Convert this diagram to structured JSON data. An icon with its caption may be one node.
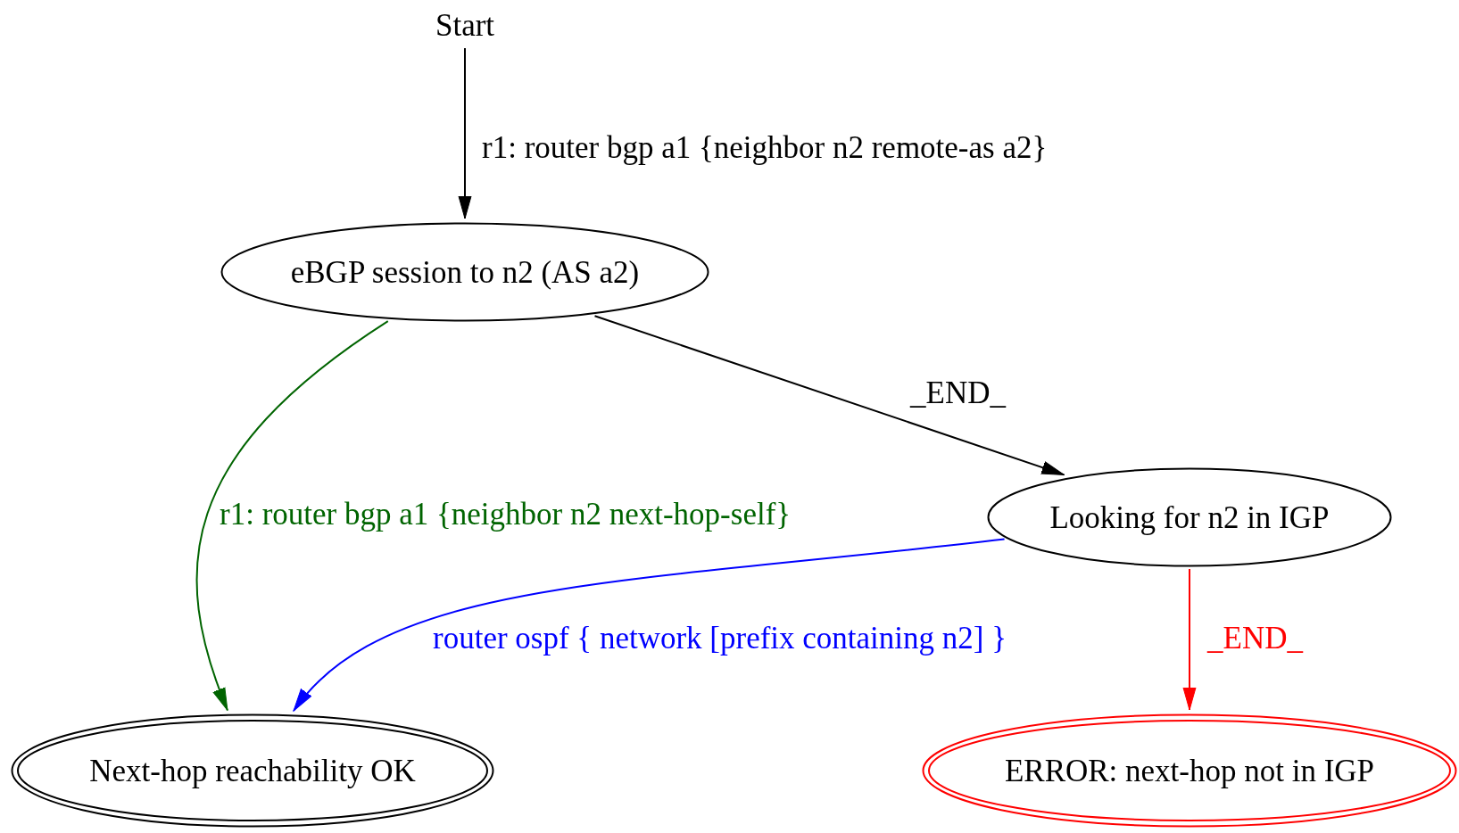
{
  "diagram": {
    "nodes": [
      {
        "text": [
          "Start"
        ]
      },
      {
        "text": [
          "eBGP session to n2 (AS a2)"
        ]
      },
      {
        "text": [
          "Looking for n2 in IGP"
        ]
      },
      {
        "text": [
          "Next-hop reachability OK"
        ]
      },
      {
        "text": [
          "ERROR: next-hop not in IGP"
        ]
      }
    ],
    "edges": [
      {
        "from": 0,
        "to": 1,
        "arrow": "to",
        "label": "r1: router bgp a1 {neighbor n2 remote-as a2}"
      },
      {
        "from": 1,
        "to": 3,
        "arrow": "to",
        "label": "r1: router bgp a1 {neighbor n2 next-hop-self}",
        "color": "#006400"
      },
      {
        "from": 1,
        "to": 2,
        "arrow": "to",
        "label": "_END_"
      },
      {
        "from": 2,
        "to": 3,
        "arrow": "to",
        "label": "router ospf { network [prefix containing n2] }",
        "color": "#0000ff"
      },
      {
        "from": 2,
        "to": 4,
        "arrow": "to",
        "label": "_END_",
        "color": "#ff0000"
      }
    ]
  }
}
